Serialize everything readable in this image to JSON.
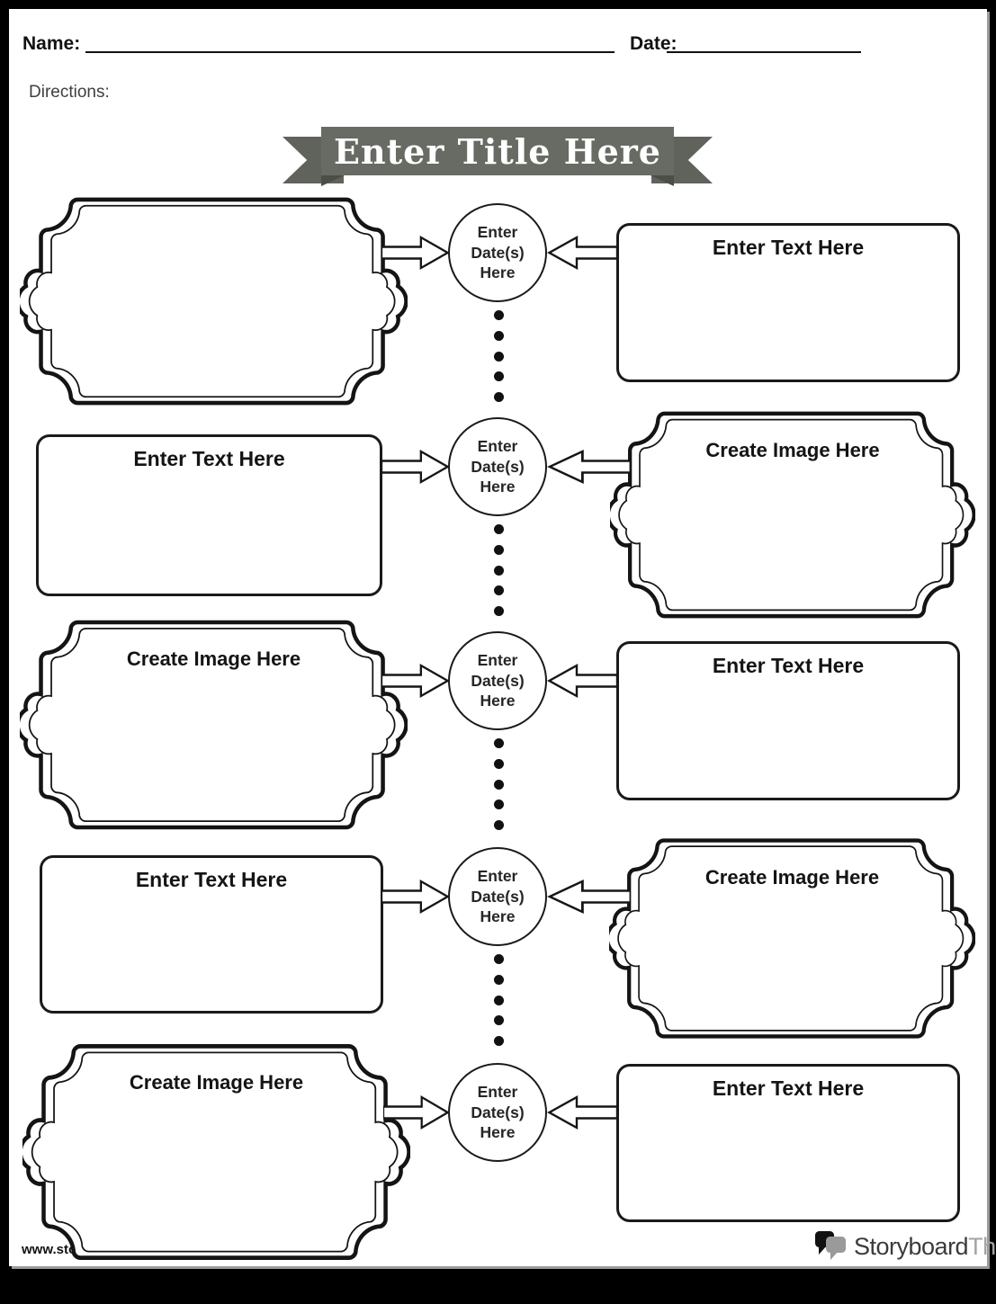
{
  "header": {
    "name_label": "Name:",
    "date_label": "Date:",
    "directions_label": "Directions:"
  },
  "banner": {
    "title": "Enter Title Here"
  },
  "timeline": {
    "rows": [
      {
        "left": {
          "type": "image-frame",
          "label": ""
        },
        "circle_label": "Enter Date(s) Here",
        "right": {
          "type": "text-box",
          "label": "Enter Text Here"
        }
      },
      {
        "left": {
          "type": "text-box",
          "label": "Enter Text Here"
        },
        "circle_label": "Enter Date(s) Here",
        "right": {
          "type": "image-frame",
          "label": "Create Image Here"
        }
      },
      {
        "left": {
          "type": "image-frame",
          "label": "Create Image Here"
        },
        "circle_label": "Enter Date(s) Here",
        "right": {
          "type": "text-box",
          "label": "Enter Text Here"
        }
      },
      {
        "left": {
          "type": "text-box",
          "label": "Enter Text Here"
        },
        "circle_label": "Enter Date(s) Here",
        "right": {
          "type": "image-frame",
          "label": "Create Image Here"
        }
      },
      {
        "left": {
          "type": "image-frame",
          "label": "Create Image Here"
        },
        "circle_label": "Enter Date(s) Here",
        "right": {
          "type": "text-box",
          "label": "Enter Text Here"
        }
      }
    ]
  },
  "footer": {
    "website_url": "www.storyboardthat.com",
    "logo_text_primary": "Storyboard",
    "logo_text_secondary": "That"
  },
  "colors": {
    "banner_band": "#676b63",
    "banner_tail": "#5f635b",
    "banner_fold": "#4b4e46",
    "ink": "#1a1a1a",
    "logo_gray": "#a3a3a3"
  }
}
